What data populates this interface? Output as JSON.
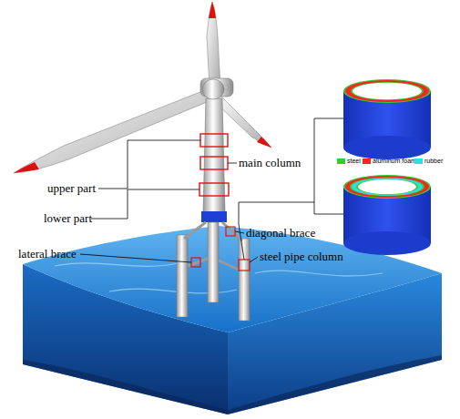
{
  "diagram": {
    "labels": [
      "upper part",
      "main column",
      "lower part",
      "diagonal brace",
      "steel pipe column",
      "lateral brace"
    ],
    "legend": [
      {
        "text": "steel",
        "color": "#33cc33"
      },
      {
        "text": "aluminum foam",
        "color": "#ff2222"
      },
      {
        "text": "rubber",
        "color": "#33dddd"
      }
    ]
  }
}
